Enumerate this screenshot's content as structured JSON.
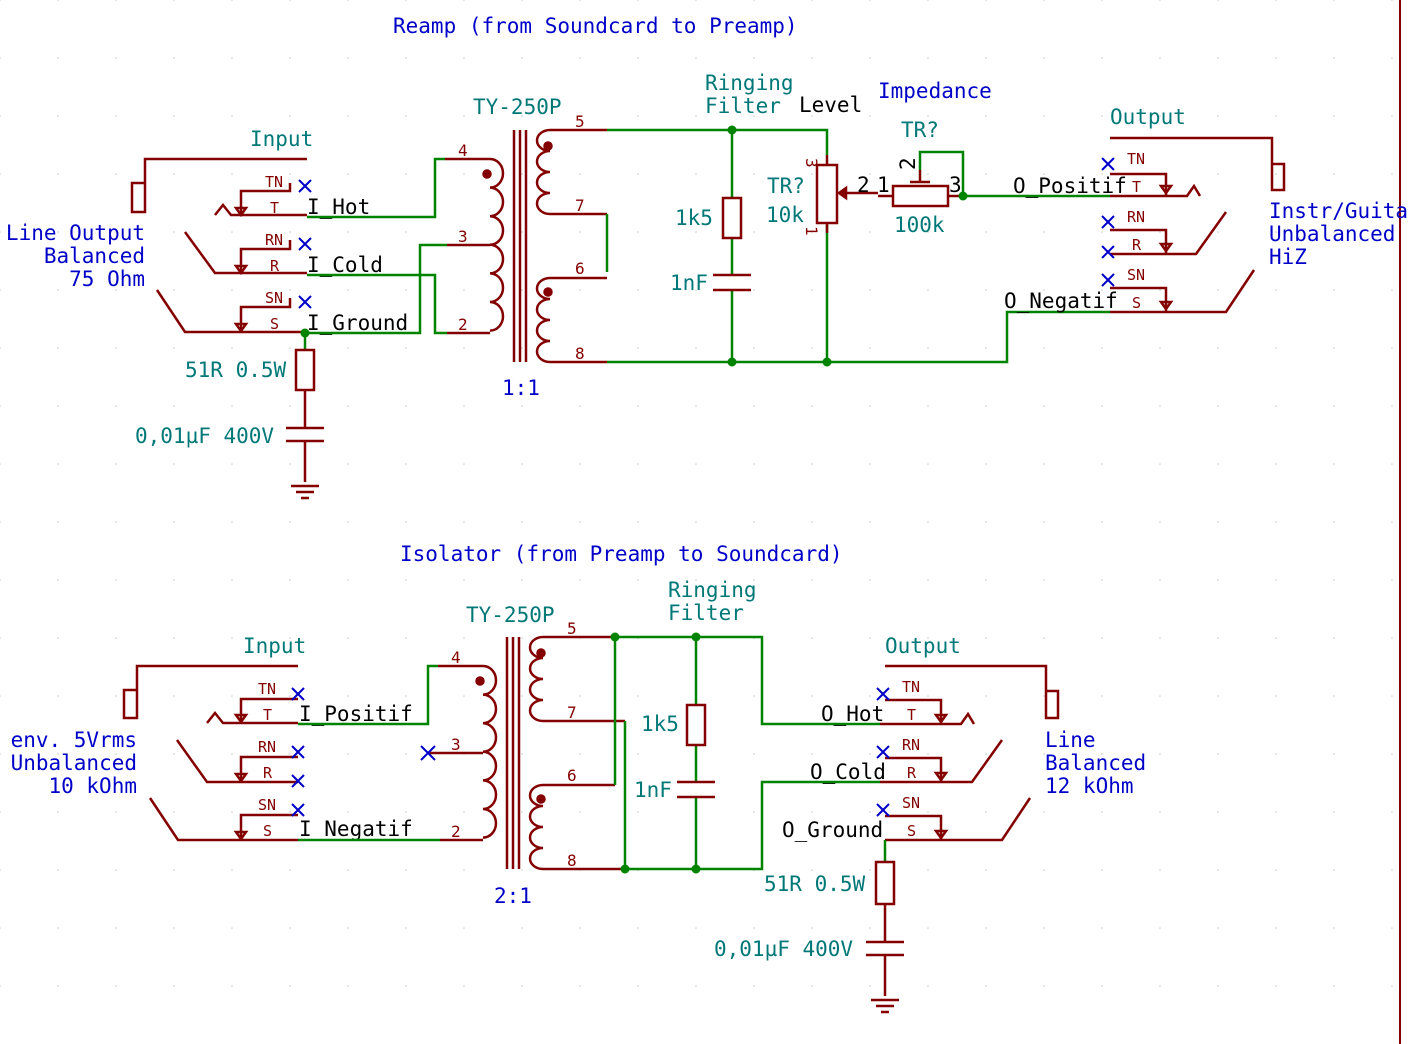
{
  "top": {
    "title": "Reamp (from Soundcard to Preamp)",
    "input_label": "Input",
    "input_desc": [
      "Line Output",
      "Balanced",
      "75 Ohm"
    ],
    "jack_pins": {
      "tn": "TN",
      "t": "T",
      "rn": "RN",
      "r": "R",
      "sn": "SN",
      "s": "S"
    },
    "nets_in": [
      "I_Hot",
      "I_Cold",
      "I_Ground"
    ],
    "transformer": "TY-250P",
    "ratio": "1:1",
    "tr_pins": [
      "4",
      "3",
      "2",
      "5",
      "7",
      "6",
      "8"
    ],
    "ringing_filter": [
      "Ringing",
      "Filter"
    ],
    "resistor": "1k5",
    "capacitor": "1nF",
    "level_label": "Level",
    "pot_level_ref": "TR?",
    "pot_level_val": "10k",
    "pot_level_pins": [
      "3",
      "1",
      "2"
    ],
    "impedance_label": "Impedance",
    "pot_imp_ref": "TR?",
    "pot_imp_val": "100k",
    "pot_imp_pins": [
      "2",
      "1",
      "3"
    ],
    "output_label": "Output",
    "nets_out": [
      "O_Positif",
      "O_Negatif"
    ],
    "output_desc": [
      "Instr/Guitar",
      "Unbalanced",
      "HiZ"
    ],
    "ground_r": "51R 0.5W",
    "ground_c": "0,01µF 400V"
  },
  "bottom": {
    "title": "Isolator (from Preamp to Soundcard)",
    "input_label": "Input",
    "input_desc": [
      "env. 5Vrms",
      "Unbalanced",
      "10 kOhm"
    ],
    "jack_pins": {
      "tn": "TN",
      "t": "T",
      "rn": "RN",
      "r": "R",
      "sn": "SN",
      "s": "S"
    },
    "nets_in": [
      "I_Positif",
      "I_Negatif"
    ],
    "transformer": "TY-250P",
    "ratio": "2:1",
    "tr_pins": [
      "4",
      "3",
      "2",
      "5",
      "7",
      "6",
      "8"
    ],
    "ringing_filter": [
      "Ringing",
      "Filter"
    ],
    "resistor": "1k5",
    "capacitor": "1nF",
    "output_label": "Output",
    "nets_out": [
      "O_Hot",
      "O_Cold",
      "O_Ground"
    ],
    "output_desc": [
      "Line",
      "Balanced",
      "12 kOhm"
    ],
    "ground_r": "51R 0.5W",
    "ground_c": "0,01µF 400V"
  },
  "colors": {
    "symbol": "#840000",
    "wire": "#008400",
    "no_connect": "#0000c8",
    "note_text": "#0000c8",
    "value_text": "#007878"
  }
}
